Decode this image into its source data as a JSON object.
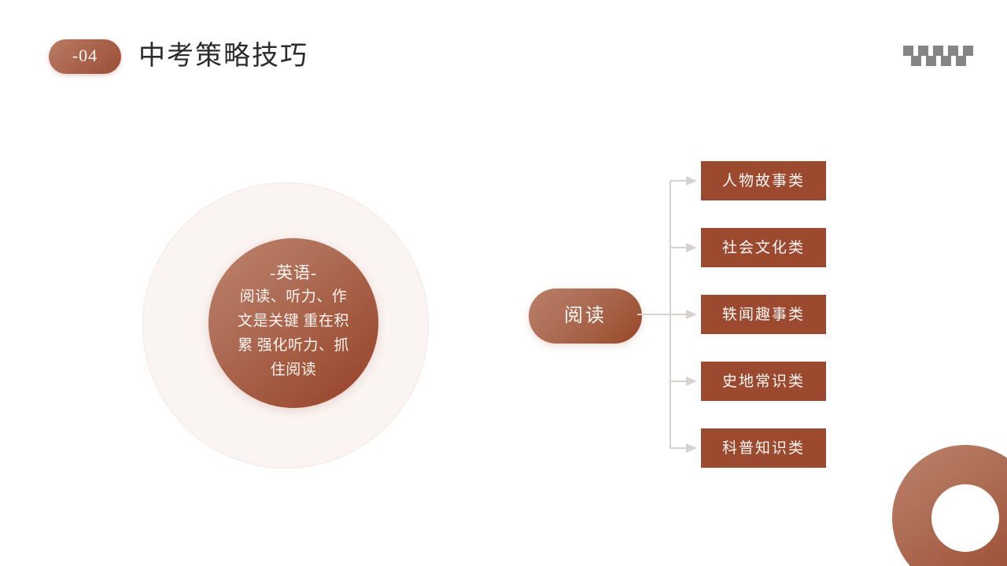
{
  "header": {
    "badge_label": "-04",
    "title": "中考策略技巧",
    "checker_icon": "checkerboard-deco-icon",
    "checker_color": "#858585"
  },
  "theme": {
    "accent_dark": "#9b4a30",
    "accent_mid": "#a2573c",
    "accent_light": "#bd8269",
    "ring_bg": "#faf4f2",
    "text_on_accent": "#fdf8f5",
    "title_color": "#2b2b2b",
    "connector_color": "#d5d2d0"
  },
  "subject_circle": {
    "title": "-英语-",
    "body_lines": [
      "阅读、听力、作",
      "文是关键 重在积",
      "累  强化听力、抓",
      "住阅读"
    ]
  },
  "branch": {
    "root_label": "阅读",
    "nodes": [
      {
        "label": "人物故事类"
      },
      {
        "label": "社会文化类"
      },
      {
        "label": "轶闻趣事类"
      },
      {
        "label": "史地常识类"
      },
      {
        "label": "科普知识类"
      }
    ]
  },
  "decorations": {
    "ring_name": "donut-ring-deco-icon"
  }
}
